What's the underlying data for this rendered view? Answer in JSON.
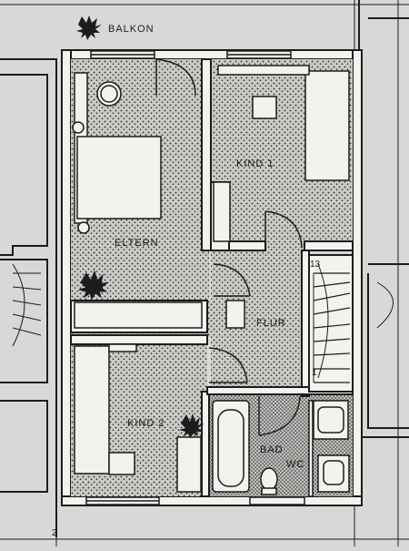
{
  "plan": {
    "title": "",
    "rooms": {
      "balkon": "BALKON",
      "eltern": "ELTERN",
      "kind1": "KIND 1",
      "kind2": "KIND 2",
      "flur": "FLUR",
      "bad": "BAD",
      "wc": "WC"
    },
    "stair_numbers": {
      "top": "13",
      "bottom": "1"
    },
    "axis_number": "2",
    "colors": {
      "paper": "#d7d9d6",
      "ink": "#1c1c1c",
      "wall_fill": "#f2f2ee",
      "floor_fill": "#c9cbc6",
      "stipple": "#2a2a2a"
    }
  }
}
